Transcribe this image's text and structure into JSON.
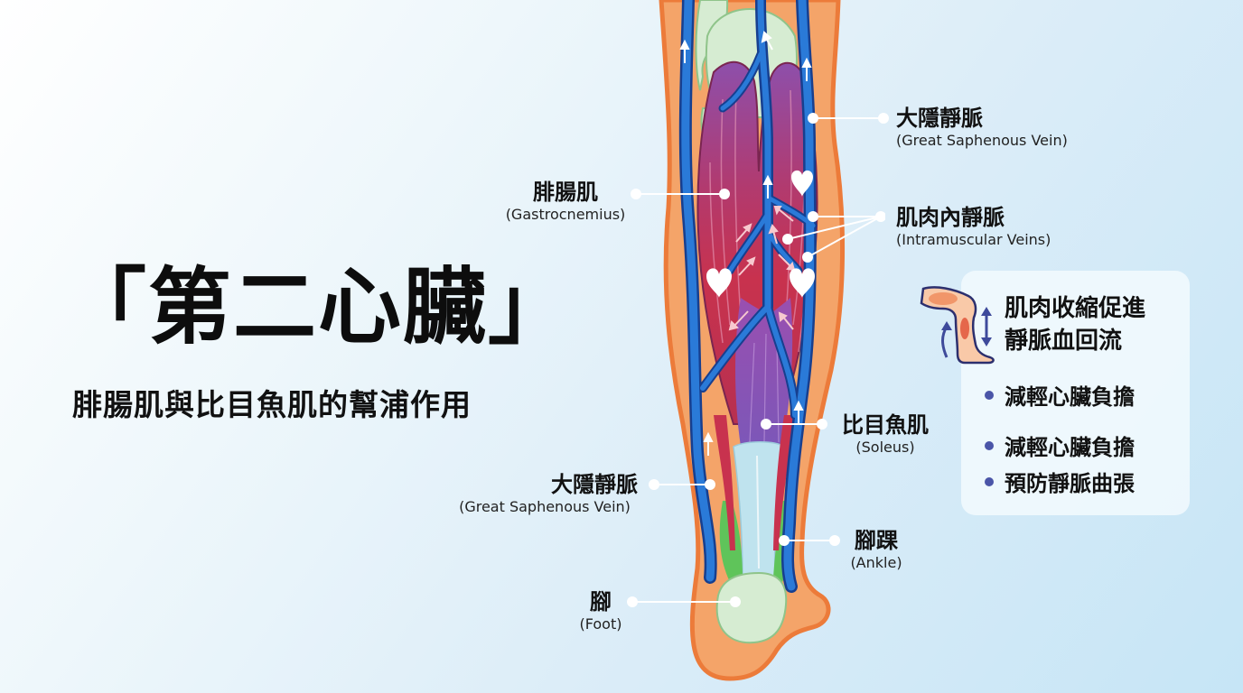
{
  "title": {
    "main": "「第二心臟」",
    "subtitle": "腓腸肌與比目魚肌的幫浦作用"
  },
  "labels": {
    "gastrocnemius": {
      "zh": "腓腸肌",
      "en": "(Gastrocnemius)"
    },
    "great_saphenous_upper": {
      "zh": "大隱靜脈",
      "en": "(Great Saphenous Vein)"
    },
    "intramuscular_veins": {
      "zh": "肌肉內靜脈",
      "en": "(Intramuscular Veins)"
    },
    "soleus": {
      "zh": "比目魚肌",
      "en": "(Soleus)"
    },
    "great_saphenous_lower": {
      "zh": "大隱靜脈",
      "en": "(Great Saphenous Vein)"
    },
    "ankle": {
      "zh": "腳踝",
      "en": "(Ankle)"
    },
    "foot": {
      "zh": "腳",
      "en": "(Foot)"
    }
  },
  "info_card": {
    "icon": "leg-contraction-icon",
    "heading_line1": "肌肉收縮促進",
    "heading_line2": "靜脈血回流",
    "bullets": [
      "減輕心臟負擔",
      "減輕心臟負擔",
      "預防靜脈曲張"
    ]
  },
  "colors": {
    "skin": "#f4a469",
    "skin_outline": "#ec7b3a",
    "vein": "#2a6fd1",
    "vein_outline": "#173f8f",
    "muscle_red": "#c8324e",
    "muscle_purple": "#8d4fab",
    "bone": "#d6ecd2",
    "tendon": "#bfe3ee",
    "ankle_tissue": "#5fc45a",
    "bullet": "#4a55a8"
  },
  "icons": [
    "heart-icon",
    "arrow-up-icon",
    "flow-arrow-icon",
    "double-arrow-icon"
  ]
}
